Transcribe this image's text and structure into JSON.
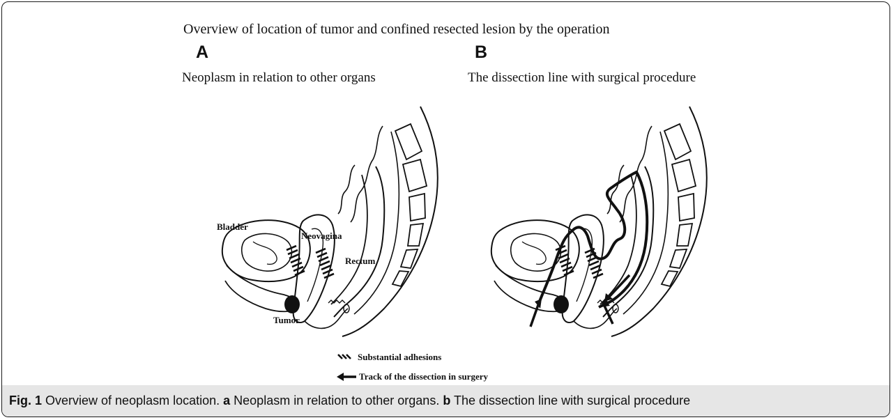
{
  "title": "Overview of location of tumor and confined resected lesion by the operation",
  "panels": [
    {
      "letter": "A",
      "subtitle": "Neoplasm in relation to other organs"
    },
    {
      "letter": "B",
      "subtitle": "The dissection line with surgical procedure"
    }
  ],
  "labels": {
    "bladder": "Bladder",
    "neovagina": "Neovagina",
    "rectum": "Rectum",
    "tumor": "Tumor"
  },
  "legend": {
    "adhesions": "Substantial adhesions",
    "track": "Track of the dissection in surgery"
  },
  "caption": {
    "fig_label": "Fig. 1",
    "text_1": " Overview of neoplasm location. ",
    "a_label": "a",
    "text_a": " Neoplasm in relation to other organs. ",
    "b_label": "b",
    "text_b": " The dissection line with surgical procedure"
  },
  "colors": {
    "ink": "#111111",
    "caption_bg": "#e6e6e6"
  }
}
